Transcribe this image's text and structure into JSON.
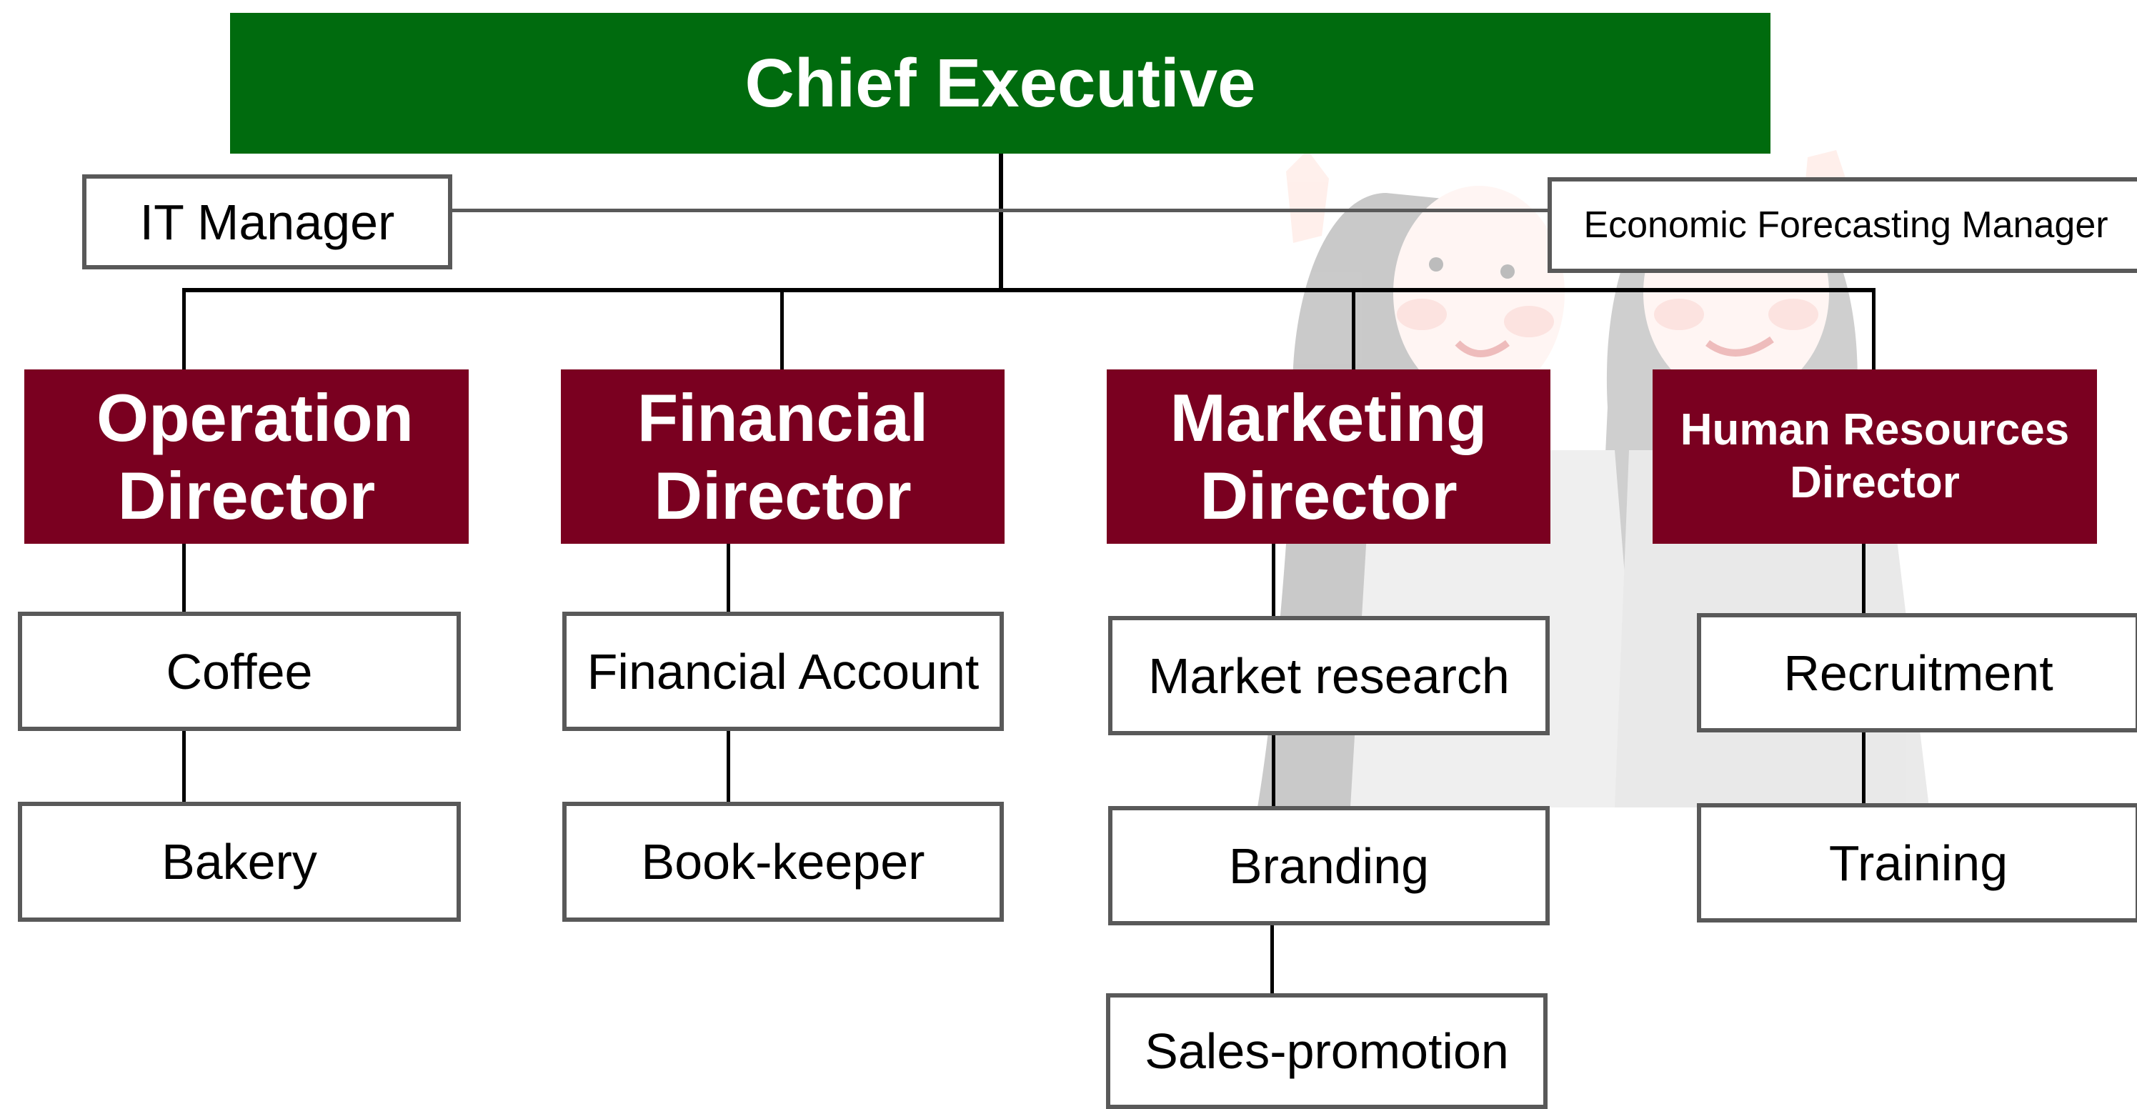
{
  "org_chart": {
    "chief_executive": "Chief Executive",
    "staff": {
      "it_manager": "IT Manager",
      "economic_forecasting_manager": "Economic Forecasting Manager"
    },
    "directors": [
      {
        "title": "Operation Director",
        "units": [
          "Coffee",
          "Bakery"
        ]
      },
      {
        "title": "Financial Director",
        "units": [
          "Financial Account",
          "Book-keeper"
        ]
      },
      {
        "title": "Marketing Director",
        "units": [
          "Market research",
          "Branding",
          "Sales-promotion"
        ]
      },
      {
        "title": "Human Resources Director",
        "units": [
          "Recruitment",
          "Training"
        ]
      }
    ]
  },
  "colors": {
    "executive": "#006b0e",
    "director": "#7a0020",
    "unit_border": "#595959",
    "connector": "#000000",
    "illustration_tint": "#f3c9c0"
  },
  "decorations": {
    "background_illustration": "two-cartoon-women-icon"
  }
}
